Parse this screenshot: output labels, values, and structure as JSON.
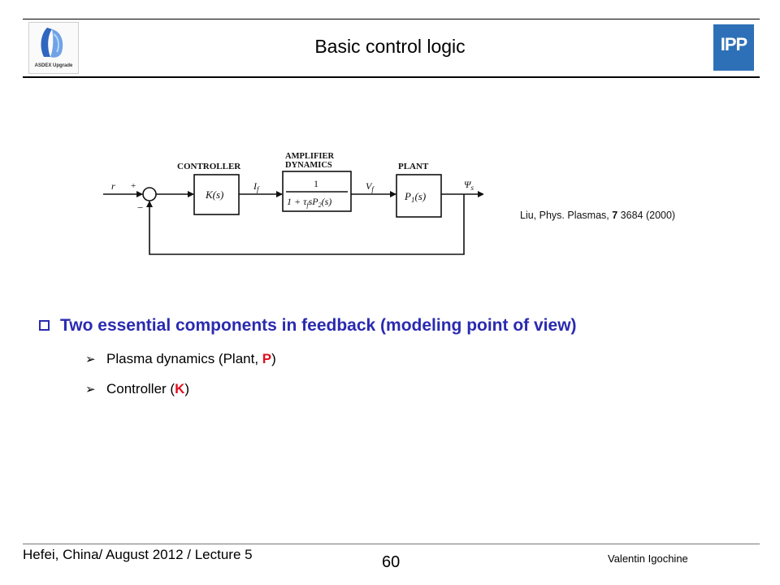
{
  "slide": {
    "title": "Basic control logic",
    "logo_left_text": "ASDEX Upgrade",
    "logo_right_text": "IPP"
  },
  "diagram": {
    "labels": {
      "controller": "CONTROLLER",
      "amplifier_1": "AMPLIFIER",
      "amplifier_2": "DYNAMICS",
      "plant": "PLANT"
    },
    "signals": {
      "input": "r",
      "plus": "+",
      "minus": "−",
      "current": "I",
      "current_sub": "f",
      "voltage": "V",
      "voltage_sub": "f",
      "output": "Ψ",
      "output_sub": "s"
    },
    "blocks": {
      "controller": "K(s)",
      "amp_num": "1",
      "amp_den": "1 + τ",
      "amp_den_sub": "f",
      "amp_den_rest": "sP",
      "amp_den_sub2": "2",
      "amp_den_end": "(s)",
      "plant": "P",
      "plant_sub": "1",
      "plant_end": "(s)"
    }
  },
  "citation": {
    "prefix": "Liu, Phys. Plasmas, ",
    "volume": "7",
    "suffix": " 3684 (2000)"
  },
  "content": {
    "heading": "Two essential components in feedback (modeling point of view)",
    "bullets": [
      {
        "prefix": "Plasma dynamics (Plant, ",
        "key": "P",
        "suffix": ")"
      },
      {
        "prefix": "Controller (",
        "key": "K",
        "suffix": ")"
      }
    ],
    "arrow": "➢"
  },
  "footer": {
    "left": "Hefei, China/ August 2012 / Lecture 5",
    "page": "60",
    "author": "Valentin Igochine"
  }
}
